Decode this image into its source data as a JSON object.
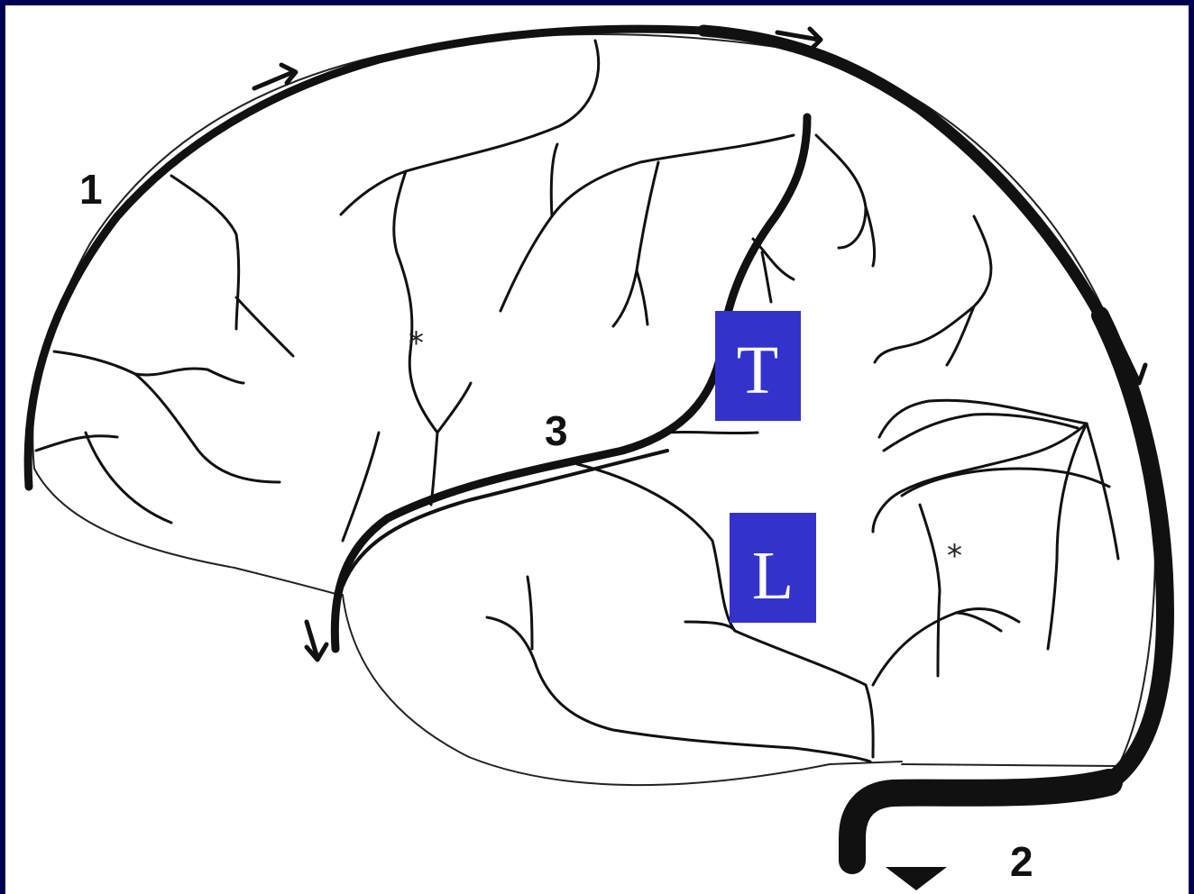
{
  "diagram": {
    "number_labels": [
      "1",
      "2",
      "3"
    ],
    "region_labels": [
      "T",
      "L"
    ],
    "asterisk": "*",
    "colors": {
      "frame": "#000050",
      "canvas": "#ffffff",
      "vessel": "#111111",
      "label_box": "#3333cc",
      "label_text": "#ffffff"
    }
  }
}
